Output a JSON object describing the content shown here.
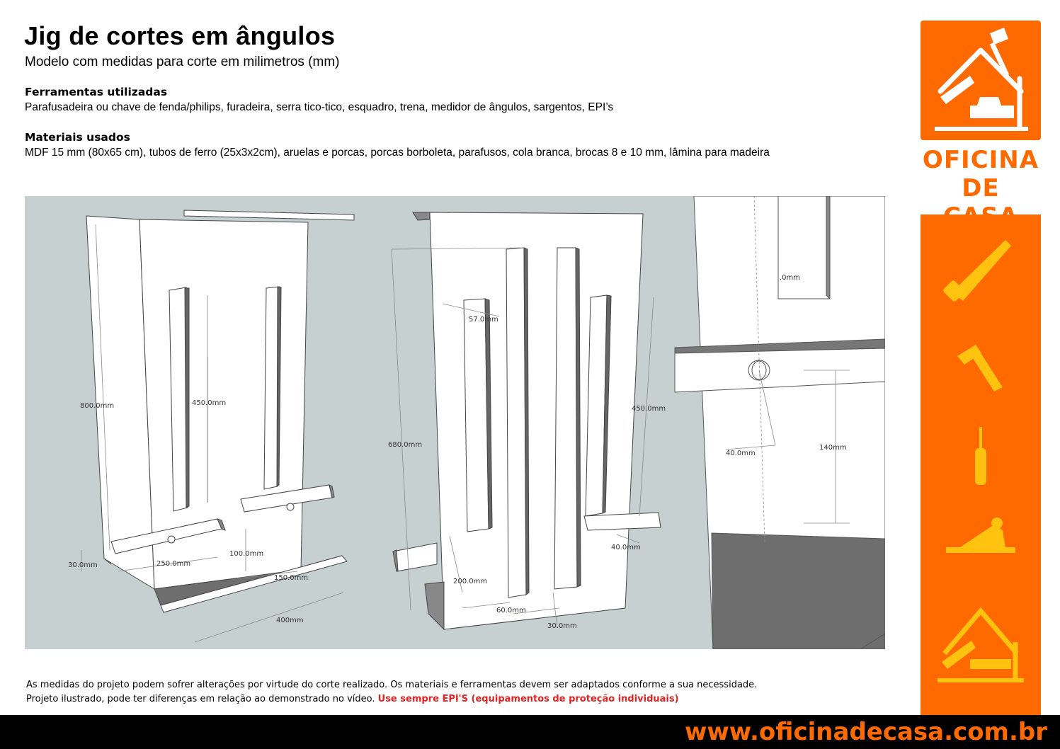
{
  "header": {
    "title": "Jig de cortes em ângulos",
    "subtitle": "Modelo com medidas para corte em milimetros (mm)"
  },
  "tools": {
    "heading": "Ferramentas utilizadas",
    "text": "Parafusadeira ou chave de fenda/philips, furadeira, serra tico-tico, esquadro, trena, medidor de ângulos, sargentos, EPI’s"
  },
  "materials": {
    "heading": "Materiais usados",
    "text": "MDF 15 mm (80x65 cm), tubos de ferro (25x3x2cm), aruelas e porcas, porcas borboleta, parafusos, cola branca, brocas 8 e 10 mm, lâmina para madeira"
  },
  "dimensions": {
    "d800": "800.0mm",
    "d450a": "450.0mm",
    "d100": "100.0mm",
    "d30a": "30.0mm",
    "d250": "250.0mm",
    "d150": "150.0mm",
    "d400": "400mm",
    "d57": "57.0mm",
    "d680": "680.0mm",
    "d450b": "450.0mm",
    "d40a": "40.0mm",
    "d200": "200.0mm",
    "d60": "60.0mm",
    "d30b": "30.0mm",
    "d0": ".0mm",
    "d40b": "40.0mm",
    "d140": "140mm"
  },
  "footer": {
    "line1": "As medidas do projeto podem sofrer alterações por virtude do corte realizado. Os materiais e ferramentas devem ser adaptados conforme a sua necessidade.",
    "line2": "Projeto ilustrado, pode ter diferenças em relação ao demonstrado no vídeo.",
    "warning": "Use sempre EPI'S (equipamentos de proteção individuais)"
  },
  "brand": {
    "name_line1": "OFICINA",
    "name_line2": "DE CASA",
    "url": "www.oficinadecasa.com.br",
    "logo_icon": "house-tools-icon",
    "strip_icons": [
      "saw-icon",
      "hammer-icon",
      "screwdriver-icon",
      "plane-icon",
      "house-tools-icon"
    ],
    "accent_color": "#ff6a00",
    "warning_color": "#e32222"
  }
}
